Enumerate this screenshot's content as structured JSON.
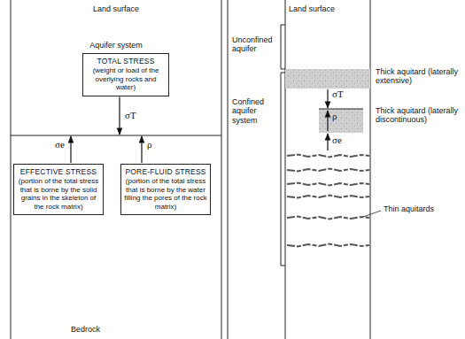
{
  "diagram": {
    "nodes": [
      {
        "text": [
          "TOTAL STRESS",
          "(weight or load of the overlying rocks and water)"
        ]
      },
      {
        "text": [
          "EFFECTIVE STRESS",
          "(portion of the total stress that is borne by the solid grains in the skeleton of the rock matrix)"
        ]
      },
      {
        "text": [
          "PORE-FLUID STRESS",
          "(portion of the total stress that is borne by the water filling the pores of the rock matrix)"
        ]
      }
    ],
    "labels": [
      "Land surface",
      "Aquifer system",
      "σT",
      "σe",
      "ρ",
      "Bedrock",
      "Land surface",
      "Unconfined aquifer",
      "Thick aquitard (laterally extensive)",
      "σT",
      "ρ",
      "σe",
      "Thick aquitard (laterally discontinuous)",
      "Confined aquifer system",
      "Thin aquitards"
    ]
  }
}
